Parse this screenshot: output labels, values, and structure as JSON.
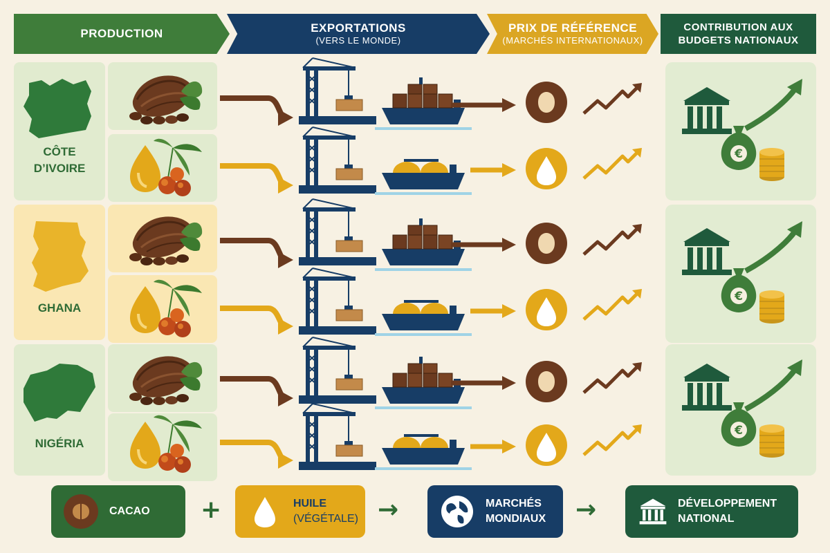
{
  "header": {
    "production": "PRODUCTION",
    "exports_title": "EXPORTATIONS",
    "exports_sub": "(VERS LE MONDE)",
    "prices_title": "PRIX DE RÉFÉRENCE",
    "prices_sub": "(MARCHÉS INTERNATIONAUX)",
    "budget_line1": "CONTRIBUTION AUX",
    "budget_line2": "BUDGETS NATIONAUX"
  },
  "countries": [
    {
      "line1": "CÔTE",
      "line2": "D’IVOIRE"
    },
    {
      "line1": "GHANA",
      "line2": ""
    },
    {
      "line1": "NIGÉRIA",
      "line2": ""
    }
  ],
  "legend": {
    "cacao": "CACAO",
    "huile_line1": "HUILE",
    "huile_line2": "(VÉGÉTALE)",
    "marches_line1": "MARCHÉS",
    "marches_line2": "MONDIAUX",
    "dev_line1": "DÉVELOPPEMENT",
    "dev_line2": "NATIONAL",
    "plus": "+",
    "arrow": "→"
  },
  "colors": {
    "green": "#3f7d3a",
    "navy": "#173d66",
    "gold": "#dba623",
    "brown": "#6b3a1f",
    "dark_green": "#1f5a3c"
  },
  "icons": {
    "cacao": "cacao-pod-icon",
    "oil": "oil-drop-icon",
    "crane": "port-crane-icon",
    "ship": "cargo-ship-icon",
    "trend": "trend-up-icon",
    "bank": "bank-icon",
    "money": "money-bag-icon",
    "coins": "coins-icon",
    "globe": "globe-icon"
  }
}
